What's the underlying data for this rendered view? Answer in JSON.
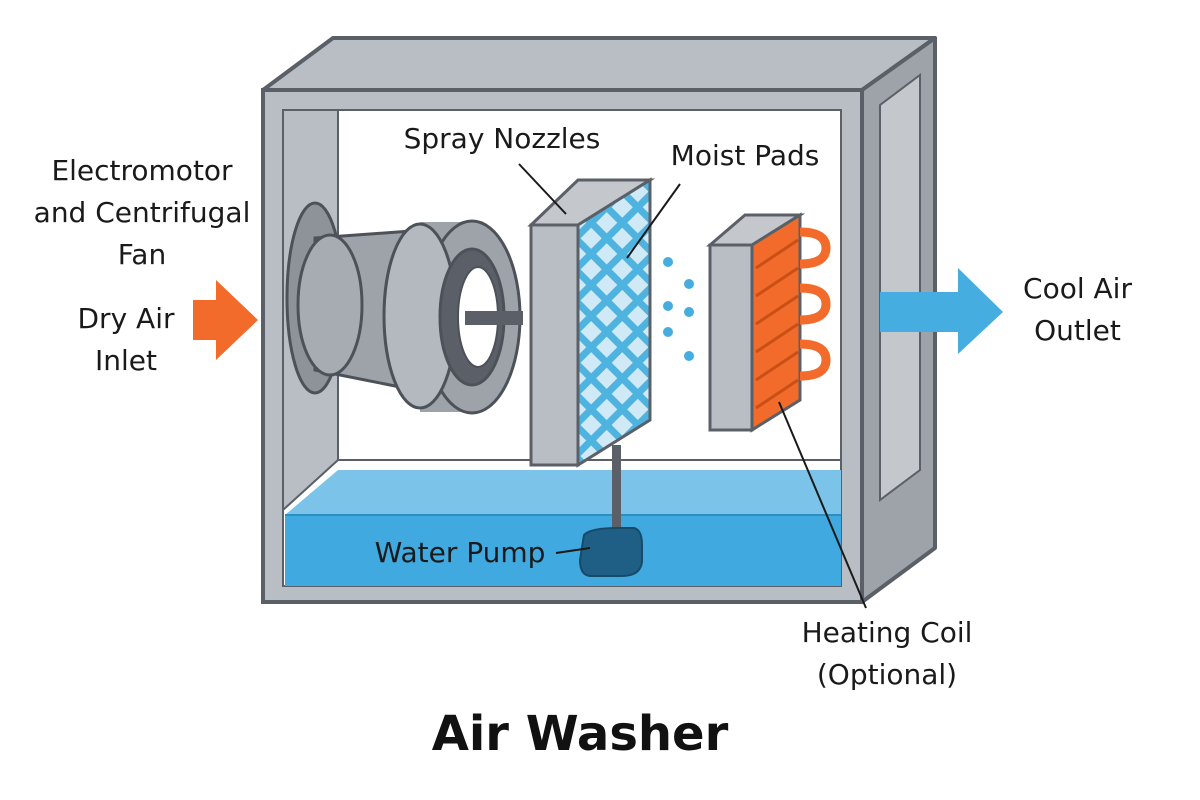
{
  "title": "Air Washer",
  "labels": {
    "motor_fan": [
      "Electromotor",
      "and Centrifugal",
      "Fan"
    ],
    "dry_air_inlet": [
      "Dry Air",
      "Inlet"
    ],
    "spray_nozzles": "Spray Nozzles",
    "moist_pads": "Moist Pads",
    "cool_air_outlet": [
      "Cool Air",
      "Outlet"
    ],
    "water_pump": "Water Pump",
    "heating_coil": [
      "Heating Coil",
      "(Optional)"
    ]
  },
  "colors": {
    "casing": "#b9bec4",
    "casing_dark": "#9ea3a9",
    "outline": "#5b6068",
    "water": "#3fa9e0",
    "water_light": "#7cc3ea",
    "pad_mesh": "#4fb3e0",
    "coil": "#f26b2a",
    "inlet_arrow": "#f26b2a",
    "outlet_arrow": "#45ade0",
    "pump": "#1f5f86"
  }
}
